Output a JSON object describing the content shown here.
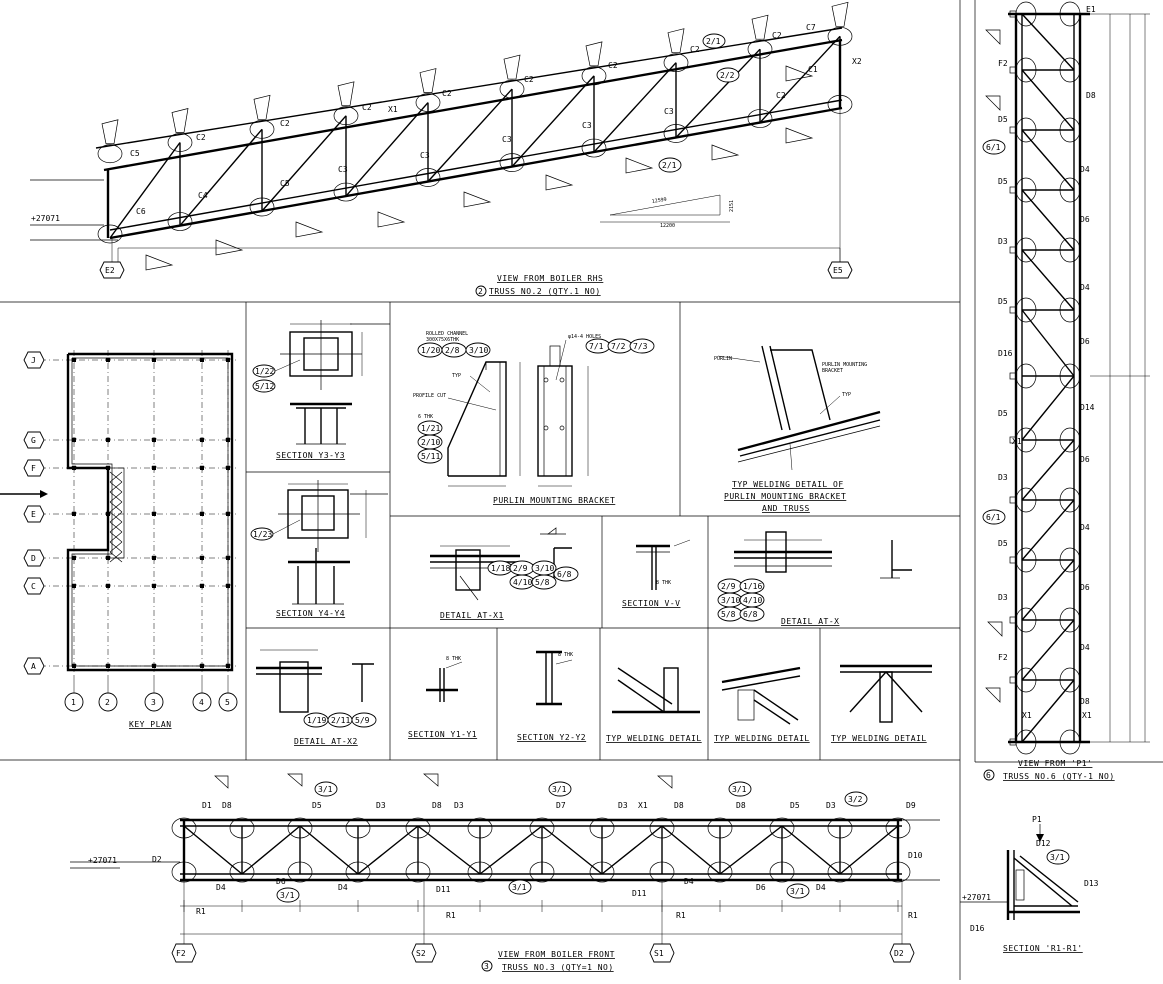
{
  "views": {
    "truss2": {
      "title_line1": "VIEW FROM BOILER RHS",
      "title_line2": "TRUSS NO.2 (QTY.1 NO)",
      "ref_num": "2",
      "grid_left": "E2",
      "grid_right": "E5",
      "elev": "+27071",
      "labels": [
        "C2",
        "C2",
        "C2",
        "C2",
        "C2",
        "C2",
        "C2",
        "C2",
        "C3",
        "C3",
        "C3",
        "C3",
        "C3",
        "C4",
        "C5",
        "C5",
        "C6",
        "C1",
        "C7",
        "X1",
        "X2",
        "2/1",
        "2/2",
        "2/1",
        "C2"
      ],
      "slope_dims": [
        "12200",
        "12599",
        "2151"
      ]
    },
    "truss6": {
      "title_line1": "VIEW FROM 'P1'",
      "title_line2": "TRUSS NO.6 (QTY-1 NO)",
      "ref_num": "6",
      "labels": [
        "E1",
        "F2",
        "D8",
        "D5",
        "6/1",
        "D5",
        "D3",
        "D5",
        "D16",
        "D5",
        "X1",
        "D3",
        "6/1",
        "D5",
        "D3",
        "F2",
        "X1",
        "D4",
        "D6",
        "D4",
        "D6",
        "D14",
        "D6",
        "D4",
        "D6",
        "D4",
        "D8",
        "X1"
      ]
    },
    "truss3": {
      "title_line1": "VIEW FROM BOILER FRONT",
      "title_line2": "TRUSS NO.3 (QTY=1 NO)",
      "ref_num": "3",
      "grid": [
        "F2",
        "S2",
        "S1",
        "D2"
      ],
      "elev": "+27071",
      "top_labels": [
        "D1",
        "D8",
        "3/1",
        "D5",
        "D3",
        "D8",
        "D3",
        "3/1",
        "D7",
        "D3",
        "X1",
        "D8",
        "D8",
        "3/1",
        "D5",
        "D3",
        "3/2",
        "D9"
      ],
      "bottom_labels": [
        "D2",
        "D4",
        "D6",
        "3/1",
        "D4",
        "D11",
        "3/1",
        "D11",
        "D4",
        "D6",
        "3/1",
        "D4",
        "D10"
      ],
      "section_marks": [
        "R1",
        "R1",
        "R1",
        "R1"
      ]
    },
    "key_plan": {
      "title": "KEY PLAN",
      "row_grid": [
        "J",
        "G",
        "F",
        "E",
        "D",
        "C",
        "A"
      ],
      "col_grid": [
        "1",
        "2",
        "3",
        "4",
        "5"
      ]
    },
    "section_y3": {
      "title": "SECTION Y3-Y3",
      "tags": [
        "1/22",
        "5/12"
      ]
    },
    "section_y4": {
      "title": "SECTION Y4-Y4",
      "tags": [
        "1/23"
      ]
    },
    "purlin_bracket": {
      "title": "PURLIN MOUNTING BRACKET",
      "notes": [
        "ROLLED CHANNEL",
        "300X75X6THK",
        "PROFILE CUT",
        "6 THK",
        "TYP",
        "φ14-4 HOLES"
      ],
      "tags_left": [
        "1/20",
        "2/8",
        "3/10"
      ],
      "tags_thk": [
        "1/21",
        "2/10",
        "5/11"
      ],
      "tags_holes": [
        "7/1",
        "7/2",
        "7/3"
      ]
    },
    "typ_welding_purlin": {
      "title_line1": "TYP WELDING DETAIL OF",
      "title_line2": "PURLIN MOUNTING BRACKET",
      "title_line3": "AND TRUSS",
      "notes": [
        "PURLIN",
        "PURLIN MOUNTING",
        "BRACKET",
        "TYP"
      ]
    },
    "detail_x1": {
      "title": "DETAIL AT-X1",
      "tags": [
        "1/18",
        "2/9",
        "3/10",
        "4/10",
        "5/8",
        "6/8"
      ]
    },
    "section_vv": {
      "title": "SECTION V-V",
      "note": "8 THK"
    },
    "detail_x": {
      "title": "DETAIL AT-X",
      "tags": [
        "2/9",
        "1/16",
        "3/10",
        "4/10",
        "5/8",
        "6/8"
      ]
    },
    "detail_x2": {
      "title": "DETAIL AT-X2",
      "tags": [
        "1/19",
        "2/11",
        "5/9"
      ]
    },
    "section_y1": {
      "title": "SECTION Y1-Y1",
      "note": "8 THK"
    },
    "section_y2": {
      "title": "SECTION Y2-Y2",
      "note": "8 THK"
    },
    "typ_weld_1": {
      "title": "TYP WELDING DETAIL"
    },
    "typ_weld_2": {
      "title": "TYP WELDING DETAIL"
    },
    "typ_weld_3": {
      "title": "TYP WELDING DETAIL"
    },
    "section_r1": {
      "title": "SECTION 'R1-R1'",
      "elev": "+27071",
      "mark": "P1",
      "labels": [
        "D12",
        "3/1",
        "D13",
        "D16"
      ]
    }
  }
}
